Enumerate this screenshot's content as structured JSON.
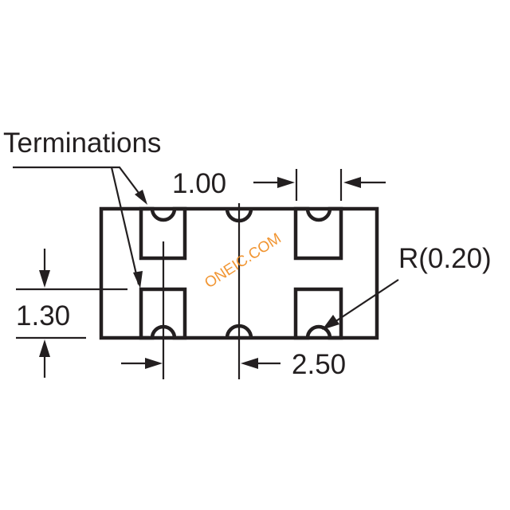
{
  "labels": {
    "terminations": "Terminations",
    "dim_pitch": "1.00",
    "dim_width": "1.30",
    "dim_length": "2.50",
    "dim_radius": "R(0.20)"
  },
  "watermark": "ONEIC.COM",
  "colors": {
    "line": "#231f20",
    "background": "#ffffff",
    "watermark": "#f08a1c"
  }
}
